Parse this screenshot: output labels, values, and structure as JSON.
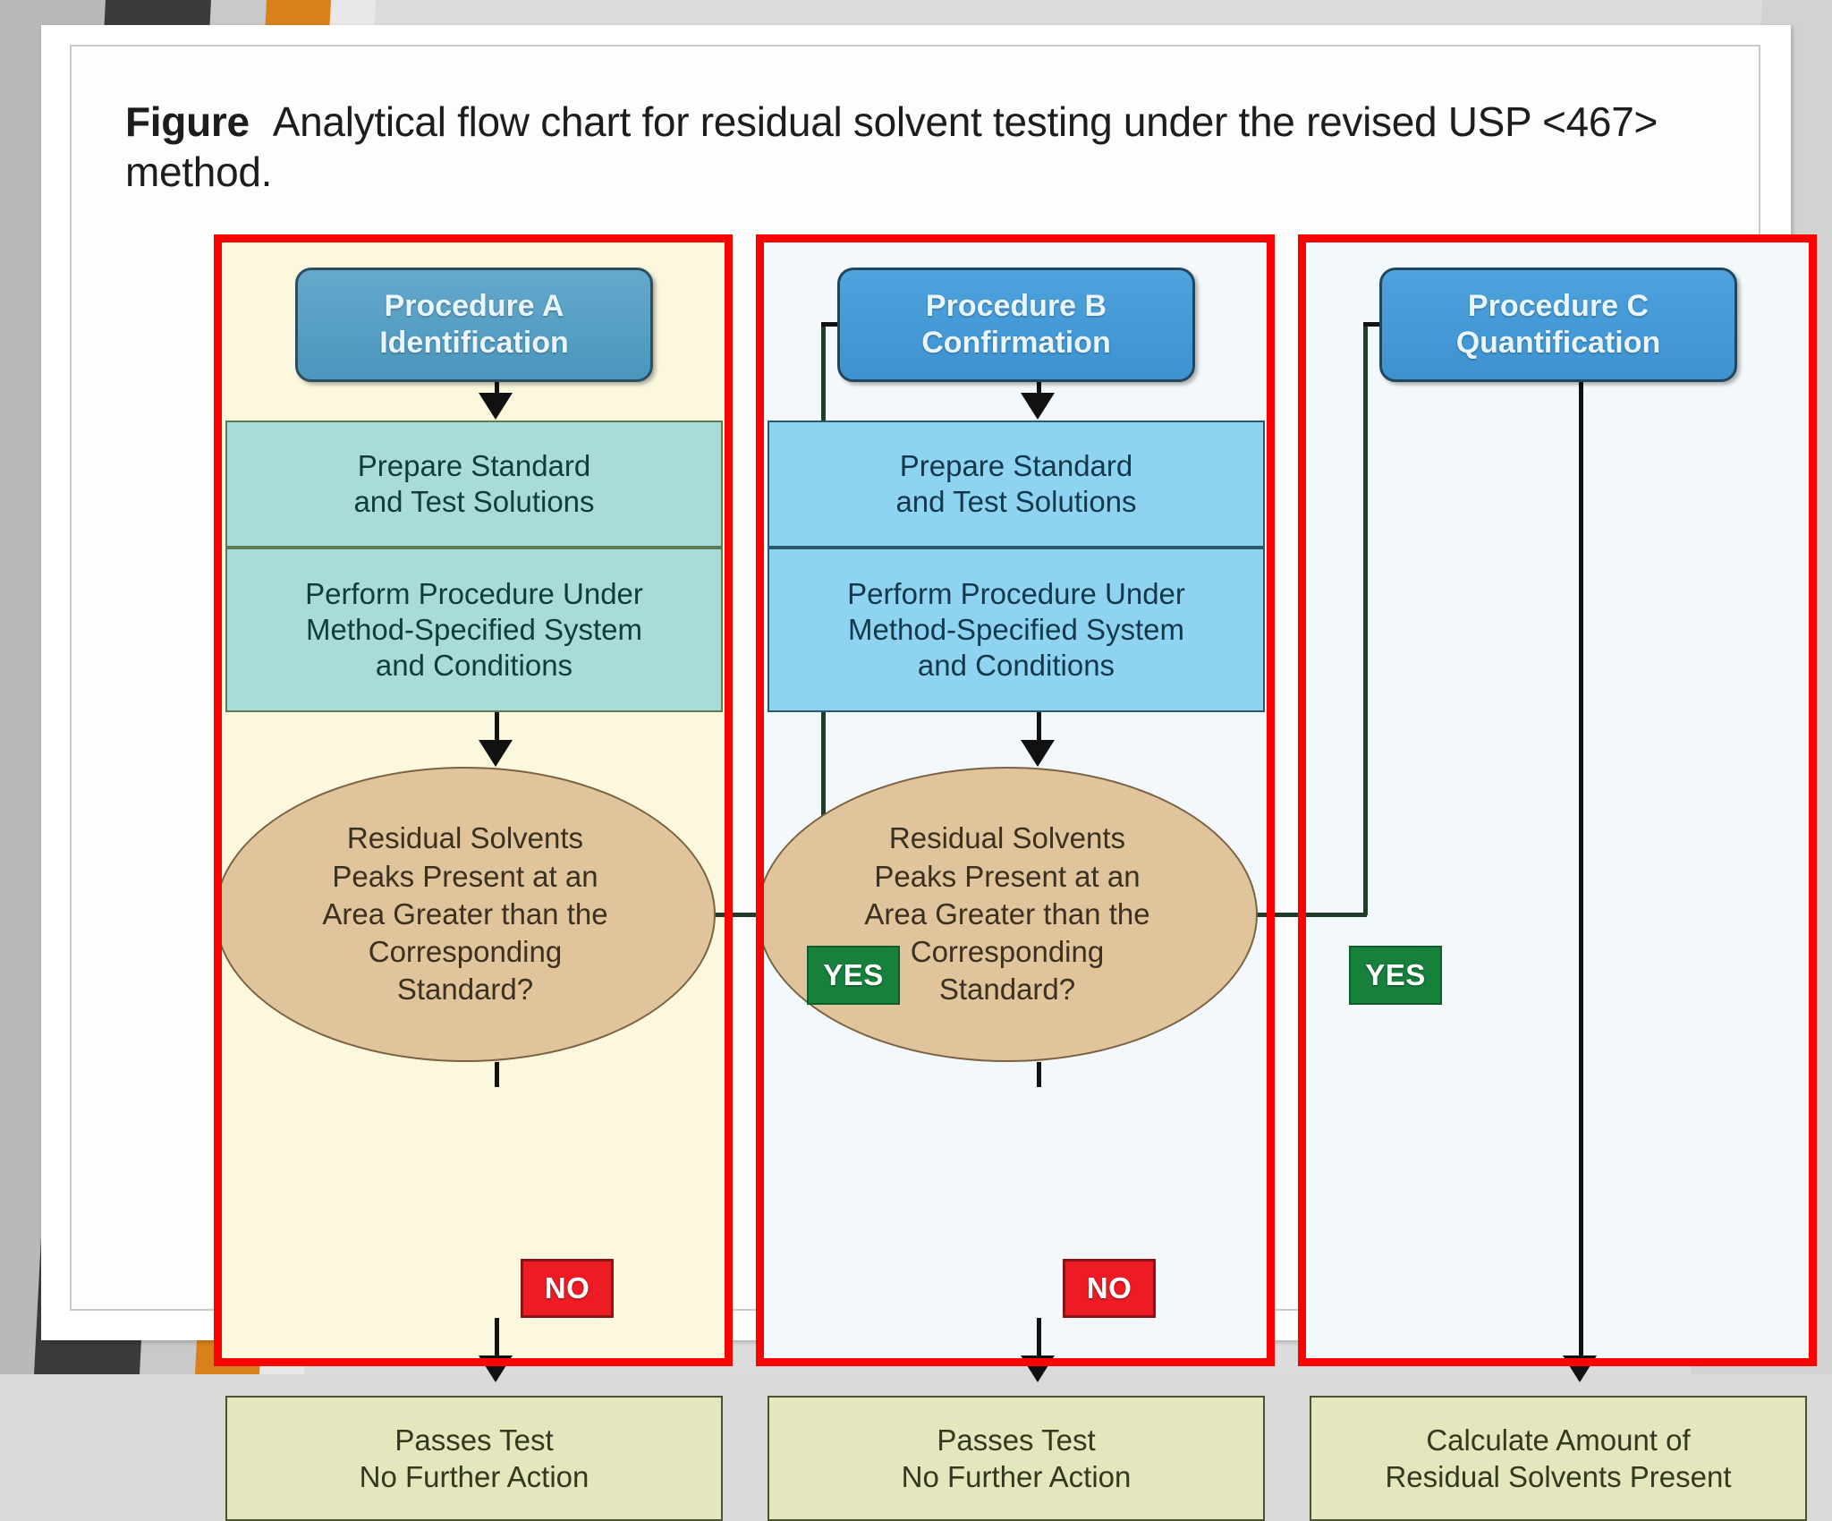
{
  "slide": {
    "caption_label": "Figure",
    "caption_text": "Analytical flow chart for residual solvent testing under the revised USP <467> method."
  },
  "colors": {
    "highlight_rect": "#ff0000",
    "yes_badge": "#16803c",
    "no_badge": "#ed1c24",
    "procedure_a_pill": "#4a96bd",
    "procedure_bc_pill": "#3d92d0",
    "process_box_a": "#aadcd7",
    "process_box_b": "#8ed4f0",
    "decision_ellipse": "#e0c49b",
    "terminal_box": "#e4e7bd",
    "panel_a_background": "#fbf8dd",
    "panel_bc_background": "#f2f8fb"
  },
  "chart_data": {
    "type": "diagram",
    "title": "Analytical flow chart for residual solvent testing under the revised USP <467> method.",
    "columns": [
      {
        "id": "A",
        "header_line1": "Procedure A",
        "header_line2": "Identification",
        "steps": [
          "Prepare Standard and Test Solutions",
          "Perform Procedure Under Method-Specified System and Conditions"
        ],
        "decision": "Residual Solvents Peaks Present at an Area Greater than the Corresponding Standard?",
        "yes_label": "YES",
        "no_label": "NO",
        "terminal": "Passes Test No Further Action",
        "yes_target": "Procedure B"
      },
      {
        "id": "B",
        "header_line1": "Procedure B",
        "header_line2": "Confirmation",
        "steps": [
          "Prepare Standard and Test Solutions",
          "Perform Procedure Under Method-Specified System and Conditions"
        ],
        "decision": "Residual Solvents Peaks Present at an Area Greater than the Corresponding Standard?",
        "yes_label": "YES",
        "no_label": "NO",
        "terminal": "Passes Test No Further Action",
        "yes_target": "Procedure C"
      },
      {
        "id": "C",
        "header_line1": "Procedure C",
        "header_line2": "Quantification",
        "steps": [],
        "decision": null,
        "terminal": "Calculate Amount of Residual Solvents Present"
      }
    ]
  },
  "procedure_a": {
    "header_line1": "Procedure A",
    "header_line2": "Identification",
    "prepare_line1": "Prepare Standard",
    "prepare_line2": "and Test Solutions",
    "perform_line1": "Perform Procedure Under",
    "perform_line2": "Method-Specified System",
    "perform_line3": "and Conditions",
    "decision_line1": "Residual Solvents",
    "decision_line2": "Peaks Present at an",
    "decision_line3": "Area Greater than the",
    "decision_line4": "Corresponding",
    "decision_line5": "Standard?",
    "yes": "YES",
    "no": "NO",
    "terminal_line1": "Passes Test",
    "terminal_line2": "No Further Action"
  },
  "procedure_b": {
    "header_line1": "Procedure B",
    "header_line2": "Confirmation",
    "prepare_line1": "Prepare Standard",
    "prepare_line2": "and Test Solutions",
    "perform_line1": "Perform Procedure Under",
    "perform_line2": "Method-Specified System",
    "perform_line3": "and Conditions",
    "decision_line1": "Residual Solvents",
    "decision_line2": "Peaks Present at an",
    "decision_line3": "Area Greater than the",
    "decision_line4": "Corresponding",
    "decision_line5": "Standard?",
    "yes": "YES",
    "no": "NO",
    "terminal_line1": "Passes Test",
    "terminal_line2": "No Further Action"
  },
  "procedure_c": {
    "header_line1": "Procedure C",
    "header_line2": "Quantification",
    "terminal_line1": "Calculate Amount of",
    "terminal_line2": "Residual Solvents Present"
  }
}
